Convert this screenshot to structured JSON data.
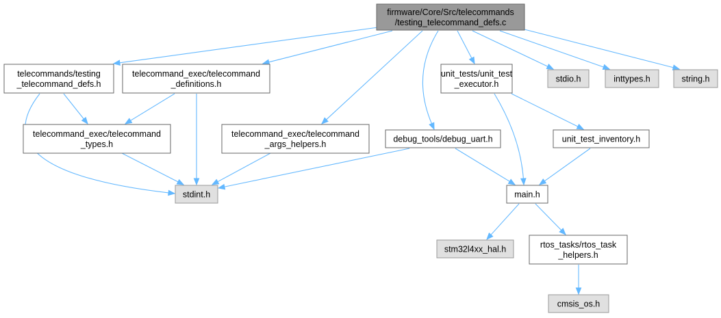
{
  "colors": {
    "edge": "#63b8ff",
    "root_fill": "#999999",
    "root_stroke": "#666666",
    "node_fill": "#ffffff",
    "node_stroke": "#666666",
    "system_fill": "#e0e0e0",
    "system_stroke": "#999999"
  },
  "nodes": {
    "root": {
      "lines": [
        "firmware/Core/Src/telecommands",
        "/testing_telecommand_defs.c"
      ],
      "kind": "root"
    },
    "testing_defs_h": {
      "lines": [
        "telecommands/testing",
        "_telecommand_defs.h"
      ],
      "kind": "file"
    },
    "telecommand_definitions_h": {
      "lines": [
        "telecommand_exec/telecommand",
        "_definitions.h"
      ],
      "kind": "file"
    },
    "unit_test_executor_h": {
      "lines": [
        "unit_tests/unit_test",
        "_executor.h"
      ],
      "kind": "file"
    },
    "stdio_h": {
      "lines": [
        "stdio.h"
      ],
      "kind": "system"
    },
    "inttypes_h": {
      "lines": [
        "inttypes.h"
      ],
      "kind": "system"
    },
    "string_h": {
      "lines": [
        "string.h"
      ],
      "kind": "system"
    },
    "telecommand_types_h": {
      "lines": [
        "telecommand_exec/telecommand",
        "_types.h"
      ],
      "kind": "file"
    },
    "telecommand_args_helpers_h": {
      "lines": [
        "telecommand_exec/telecommand",
        "_args_helpers.h"
      ],
      "kind": "file"
    },
    "debug_uart_h": {
      "lines": [
        "debug_tools/debug_uart.h"
      ],
      "kind": "file"
    },
    "unit_test_inventory_h": {
      "lines": [
        "unit_test_inventory.h"
      ],
      "kind": "file"
    },
    "stdint_h": {
      "lines": [
        "stdint.h"
      ],
      "kind": "system"
    },
    "main_h": {
      "lines": [
        "main.h"
      ],
      "kind": "file"
    },
    "stm32l4xx_hal_h": {
      "lines": [
        "stm32l4xx_hal.h"
      ],
      "kind": "system"
    },
    "rtos_task_helpers_h": {
      "lines": [
        "rtos_tasks/rtos_task",
        "_helpers.h"
      ],
      "kind": "file"
    },
    "cmsis_os_h": {
      "lines": [
        "cmsis_os.h"
      ],
      "kind": "system"
    }
  },
  "edges": [
    [
      "root",
      "testing_defs_h"
    ],
    [
      "root",
      "telecommand_definitions_h"
    ],
    [
      "root",
      "telecommand_args_helpers_h"
    ],
    [
      "root",
      "debug_uart_h"
    ],
    [
      "root",
      "unit_test_executor_h"
    ],
    [
      "root",
      "stdio_h"
    ],
    [
      "root",
      "inttypes_h"
    ],
    [
      "root",
      "string_h"
    ],
    [
      "testing_defs_h",
      "telecommand_types_h"
    ],
    [
      "testing_defs_h",
      "stdint_h"
    ],
    [
      "telecommand_definitions_h",
      "telecommand_types_h"
    ],
    [
      "telecommand_definitions_h",
      "stdint_h"
    ],
    [
      "telecommand_types_h",
      "stdint_h"
    ],
    [
      "telecommand_args_helpers_h",
      "stdint_h"
    ],
    [
      "debug_uart_h",
      "stdint_h"
    ],
    [
      "debug_uart_h",
      "main_h"
    ],
    [
      "unit_test_executor_h",
      "main_h"
    ],
    [
      "unit_test_executor_h",
      "unit_test_inventory_h"
    ],
    [
      "unit_test_inventory_h",
      "main_h"
    ],
    [
      "main_h",
      "stm32l4xx_hal_h"
    ],
    [
      "main_h",
      "rtos_task_helpers_h"
    ],
    [
      "rtos_task_helpers_h",
      "cmsis_os_h"
    ]
  ]
}
